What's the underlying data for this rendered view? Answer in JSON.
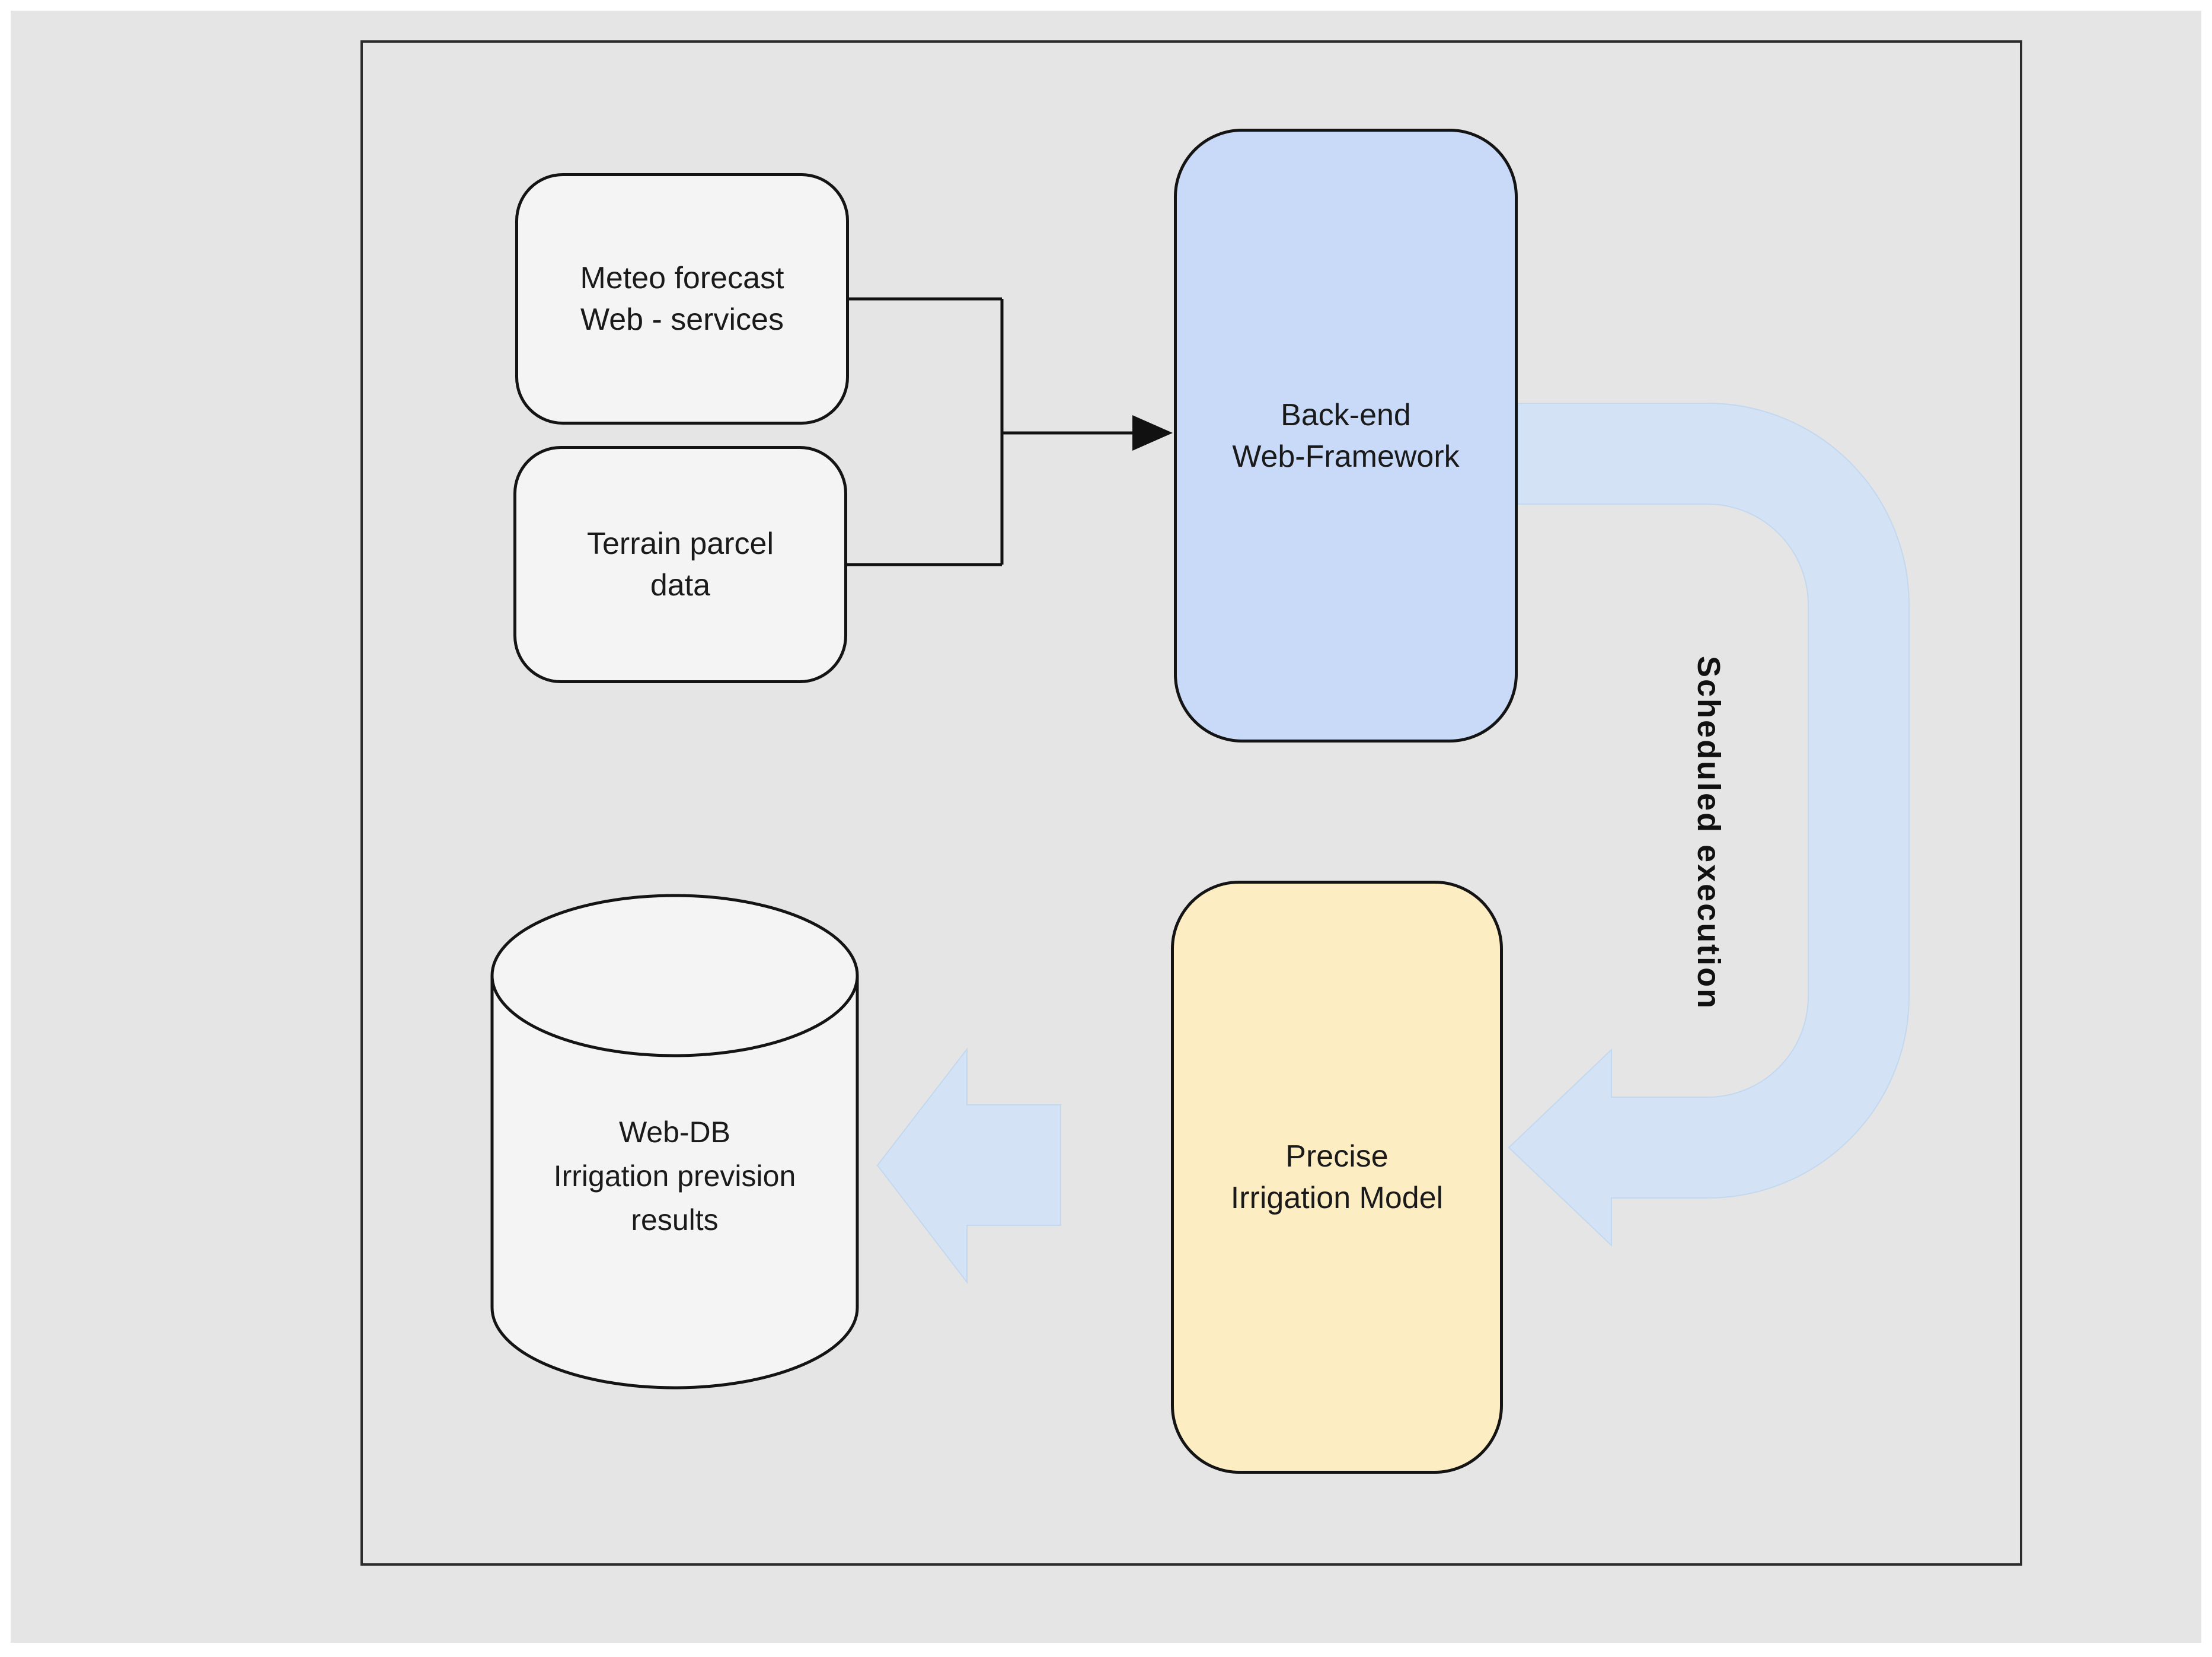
{
  "canvas": {
    "page_background": "#ffffff",
    "background": "#e5e5e5"
  },
  "nodes": {
    "meteo": {
      "lines": [
        "Meteo forecast",
        "Web - services"
      ],
      "fill": "#f4f4f4"
    },
    "terrain": {
      "lines": [
        "Terrain parcel",
        "data"
      ],
      "fill": "#f4f4f4"
    },
    "backend": {
      "lines": [
        "Back-end",
        "Web-Framework"
      ],
      "fill": "#c9daf8"
    },
    "model": {
      "lines": [
        "Precise",
        "Irrigation Model"
      ],
      "fill": "#fdedc2"
    },
    "webdb": {
      "lines": [
        "Web-DB",
        "Irrigation prevision",
        "results"
      ],
      "fill": "#f4f4f4"
    }
  },
  "annotations": {
    "scheduled_execution": "Scheduled execution"
  },
  "colors": {
    "flow_arrow": "#d3e3f5",
    "flow_arrow_edge": "#c3d8ef",
    "connector": "#111111",
    "shape_stroke": "#141414",
    "frame_border": "#2b2b2b",
    "node_gray_fill": "#f4f4f4"
  }
}
